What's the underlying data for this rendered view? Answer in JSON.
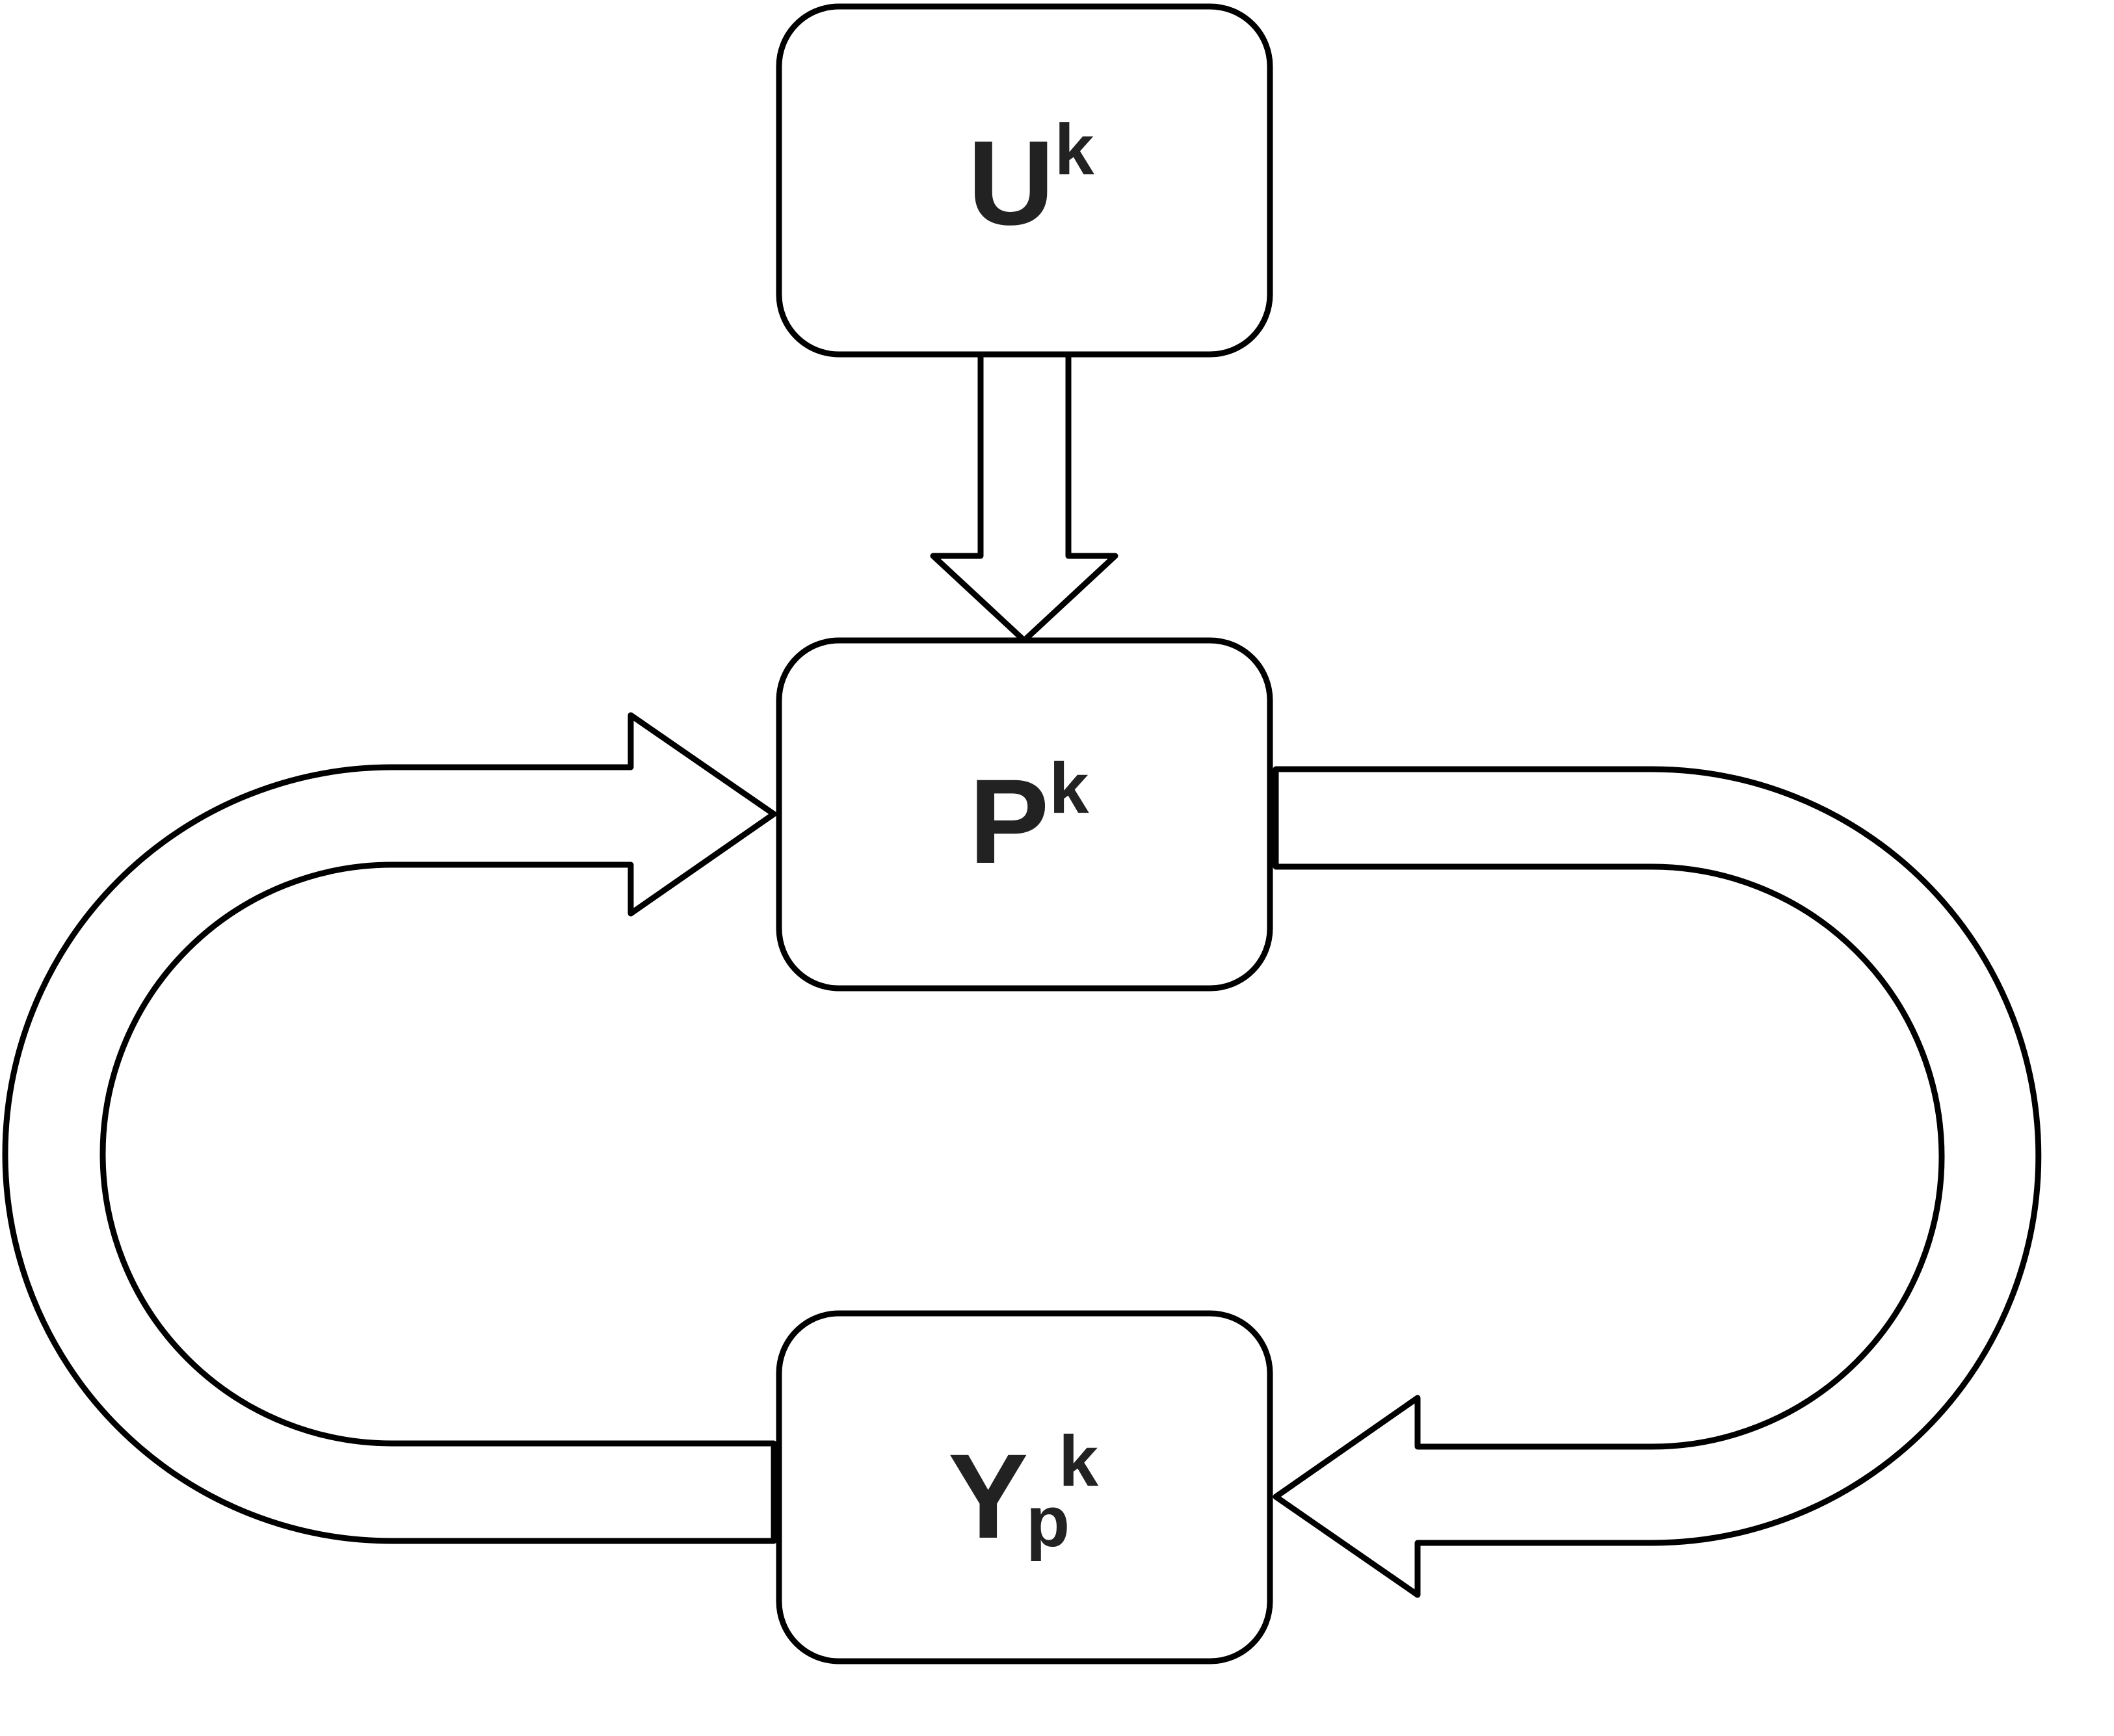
{
  "colors": {
    "stroke": "#000000",
    "text": "#222222",
    "background": "#ffffff"
  },
  "nodes": {
    "u": {
      "main": "U",
      "sup": "k"
    },
    "p": {
      "main": "P",
      "sup": "k"
    },
    "y": {
      "main": "Y",
      "sub": "p",
      "sup": "k"
    }
  }
}
